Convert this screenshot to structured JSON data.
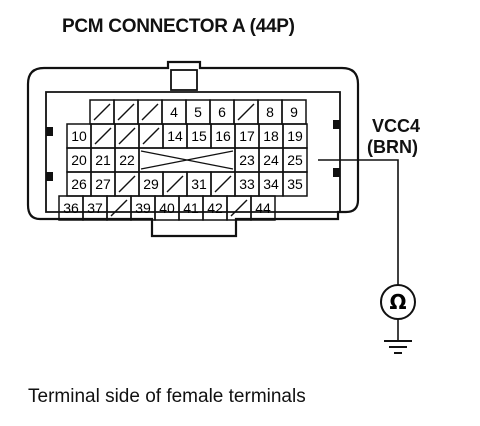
{
  "title": "PCM CONNECTOR A (44P)",
  "caption": "Terminal side of female terminals",
  "signal": {
    "name": "VCC4",
    "wire_color": "(BRN)"
  },
  "meter_symbol": "Ω",
  "connector": {
    "rows": [
      [
        {
          "pin": "",
          "blank": true
        },
        {
          "pin": "",
          "blank": true
        },
        {
          "pin": "",
          "blank": true
        },
        {
          "pin": "4"
        },
        {
          "pin": "5"
        },
        {
          "pin": "6"
        },
        {
          "pin": "",
          "blank": true
        },
        {
          "pin": "8"
        },
        {
          "pin": "9"
        }
      ],
      [
        {
          "pin": "10"
        },
        {
          "pin": "",
          "blank": true
        },
        {
          "pin": "",
          "blank": true
        },
        {
          "pin": "",
          "blank": true
        },
        {
          "pin": "14"
        },
        {
          "pin": "15"
        },
        {
          "pin": "16"
        },
        {
          "pin": "17"
        },
        {
          "pin": "18"
        },
        {
          "pin": "19"
        }
      ],
      [
        {
          "pin": "20"
        },
        {
          "pin": "21"
        },
        {
          "pin": "22"
        },
        {
          "pin": "",
          "x_span": true
        },
        {
          "pin": "23"
        },
        {
          "pin": "24"
        },
        {
          "pin": "25",
          "probed": true
        }
      ],
      [
        {
          "pin": "26"
        },
        {
          "pin": "27"
        },
        {
          "pin": "",
          "blank": true
        },
        {
          "pin": "29"
        },
        {
          "pin": "",
          "blank": true
        },
        {
          "pin": "31"
        },
        {
          "pin": "",
          "blank": true
        },
        {
          "pin": "33"
        },
        {
          "pin": "34"
        },
        {
          "pin": "35"
        }
      ],
      [
        {
          "pin": "36"
        },
        {
          "pin": "37"
        },
        {
          "pin": "",
          "blank": true
        },
        {
          "pin": "39"
        },
        {
          "pin": "40"
        },
        {
          "pin": "41"
        },
        {
          "pin": "42"
        },
        {
          "pin": "",
          "blank": true
        },
        {
          "pin": "44"
        }
      ]
    ]
  }
}
